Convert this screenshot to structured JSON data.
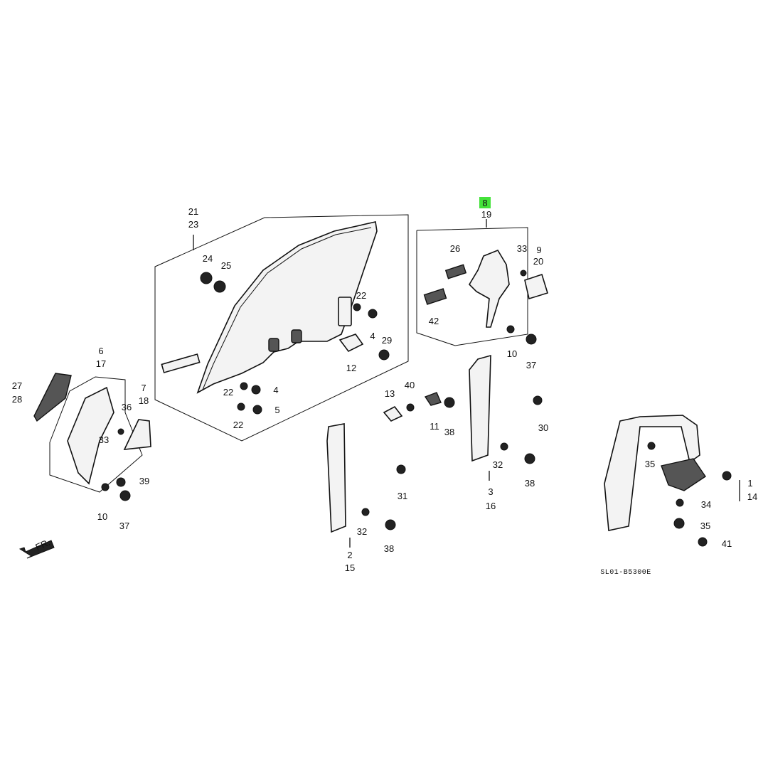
{
  "diagram": {
    "code": "SL01-B5300E",
    "direction": "FR.",
    "highlight_color": "#44e23a",
    "labels": {
      "l21": "21",
      "l23": "23",
      "l24": "24",
      "l25": "25",
      "l22a": "22",
      "l4a": "4",
      "l29": "29",
      "l12": "12",
      "l22b": "22",
      "l4b": "4",
      "l5": "5",
      "l22c": "22",
      "l8": "8",
      "l19": "19",
      "l26": "26",
      "l33a": "33",
      "l9": "9",
      "l20": "20",
      "l42": "42",
      "l10a": "10",
      "l37a": "37",
      "l6": "6",
      "l17": "17",
      "l27": "27",
      "l28": "28",
      "l7": "7",
      "l18": "18",
      "l36": "36",
      "l33b": "33",
      "l39": "39",
      "l10b": "10",
      "l37b": "37",
      "l13": "13",
      "l40": "40",
      "l11": "11",
      "l38a": "38",
      "l30": "30",
      "l32a": "32",
      "l3": "3",
      "l16": "16",
      "l38b": "38",
      "l31": "31",
      "l32b": "32",
      "l2": "2",
      "l15": "15",
      "l38c": "38",
      "l35a": "35",
      "l1": "1",
      "l14": "14",
      "l34": "34",
      "l35b": "35",
      "l41": "41"
    }
  }
}
